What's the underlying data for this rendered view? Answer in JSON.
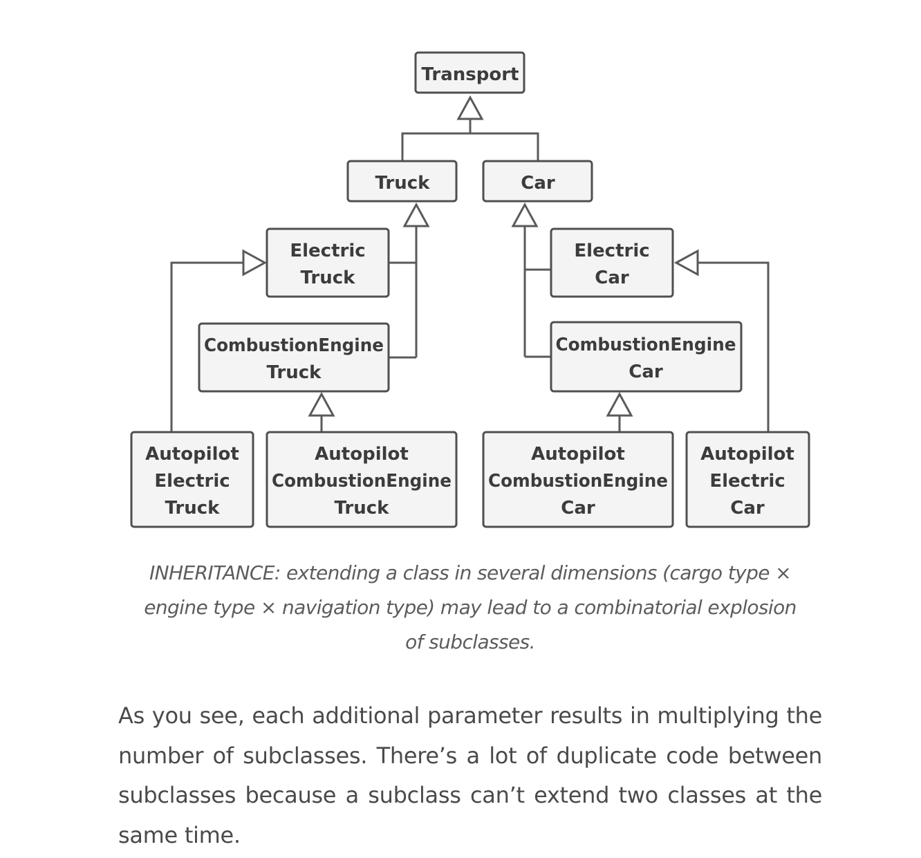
{
  "diagram": {
    "transport": "Transport",
    "truck": "Truck",
    "car": "Car",
    "electric_truck": [
      "Electric",
      "Truck"
    ],
    "combustion_truck": [
      "CombustionEngine",
      "Truck"
    ],
    "electric_car": [
      "Electric",
      "Car"
    ],
    "combustion_car": [
      "CombustionEngine",
      "Car"
    ],
    "autopilot_electric_truck": [
      "Autopilot",
      "Electric",
      "Truck"
    ],
    "autopilot_combustion_truck": [
      "Autopilot",
      "CombustionEngine",
      "Truck"
    ],
    "autopilot_combustion_car": [
      "Autopilot",
      "CombustionEngine",
      "Car"
    ],
    "autopilot_electric_car": [
      "Autopilot",
      "Electric",
      "Car"
    ]
  },
  "caption": {
    "line1": "INHERITANCE: extending a class in several dimensions (cargo type ×",
    "line2": "engine type × navigation type) may lead to a combinatorial explosion",
    "line3": "of subclasses."
  },
  "paragraph": "As you see, each additional parameter results in multiply­ing the number of subclasses. There’s a lot of duplicate code between subclasses because a subclass can’t extend two class­es at the same time."
}
